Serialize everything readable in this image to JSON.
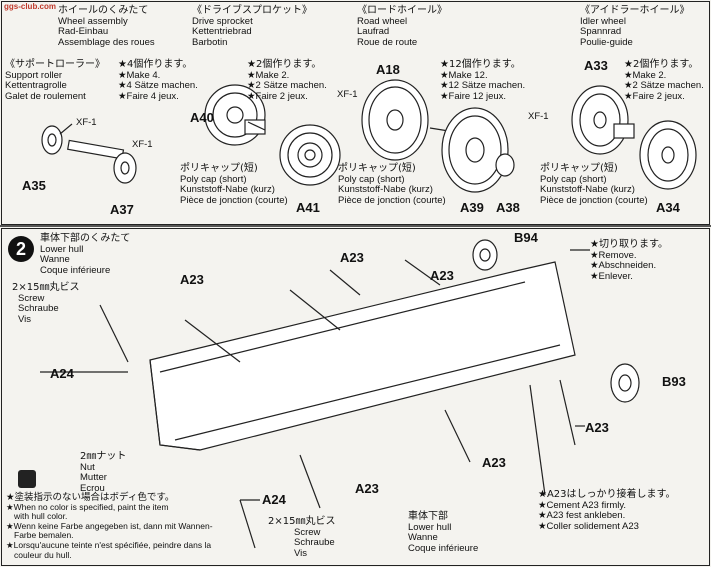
{
  "watermark": "ggs-club.com",
  "top": {
    "wheel_assembly": [
      "ホイールのくみたて",
      "Wheel assembly",
      "Rad-Einbau",
      "Assemblage des roues"
    ],
    "drive_sprocket": [
      "《ドライブスプロケット》",
      "Drive sprocket",
      "Kettentriebrad",
      "Barbotin"
    ],
    "road_wheel": [
      "《ロードホイール》",
      "Road wheel",
      "Laufrad",
      "Roue de route"
    ],
    "idler_wheel": [
      "《アイドラーホイール》",
      "Idler wheel",
      "Spannrad",
      "Poulie-guide"
    ],
    "support_roller": [
      "《サポートローラー》",
      "Support roller",
      "Kettentragrolle",
      "Galet de roulement"
    ],
    "make4": [
      "★4個作ります。",
      "★Make 4.",
      "★4 Sätze machen.",
      "★Faire 4 jeux."
    ],
    "make2_sprocket": [
      "★2個作ります。",
      "★Make 2.",
      "★2 Sätze machen.",
      "★Faire 2 jeux."
    ],
    "make12": [
      "★12個作ります。",
      "★Make 12.",
      "★12 Sätze machen.",
      "★Faire 12 jeux."
    ],
    "make2_idler": [
      "★2個作ります。",
      "★Make 2.",
      "★2 Sätze machen.",
      "★Faire 2 jeux."
    ],
    "polycap_1": [
      "ポリキャップ(短)",
      "Poly cap (short)",
      "Kunststoff-Nabe (kurz)",
      "Pièce de jonction (courte)"
    ],
    "polycap_2": [
      "ポリキャップ(短)",
      "Poly cap (short)",
      "Kunststoff-Nabe (kurz)",
      "Pièce de jonction (courte)"
    ],
    "polycap_3": [
      "ポリキャップ(短)",
      "Poly cap (short)",
      "Kunststoff-Nabe (kurz)",
      "Pièce de jonction (courte)"
    ],
    "parts": {
      "a35": "A35",
      "a37": "A37",
      "xf1": "XF-1",
      "a40": "A40",
      "a41": "A41",
      "a18": "A18",
      "a39": "A39",
      "a38": "A38",
      "a33": "A33",
      "a34": "A34"
    }
  },
  "bottom": {
    "step_number": "2",
    "lower_hull": [
      "車体下部のくみたて",
      "Lower hull",
      "Wanne",
      "Coque inférieure"
    ],
    "screw": [
      "2×15㎜丸ビス",
      "Screw",
      "Schraube",
      "Vis"
    ],
    "nut": [
      "2㎜ナット",
      "Nut",
      "Mutter",
      "Ecrou"
    ],
    "remove": [
      "★切り取ります。",
      "★Remove.",
      "★Abschneiden.",
      "★Enlever."
    ],
    "cement": [
      "★A23はしっかり接着します。",
      "★Cement A23 firmly.",
      "★A23 fest ankleben.",
      "★Coller solidement A23"
    ],
    "hull_label": [
      "車体下部",
      "Lower hull",
      "Wanne",
      "Coque inférieure"
    ],
    "color_note": [
      "★塗装指示のない場合はボディ色です。",
      "★When no color is specified, paint the item",
      "with hull color.",
      "★Wenn keine Farbe angegeben ist, dann mit Wannen-",
      "Farbe bemalen.",
      "★Lorsqu'aucune teinte n'est spécifiée, peindre dans la",
      "couleur du hull."
    ],
    "screw2": [
      "2×15㎜丸ビス",
      "Screw",
      "Schraube",
      "Vis"
    ],
    "parts": {
      "a23": "A23",
      "a24": "A24",
      "b94": "B94",
      "b93": "B93"
    }
  }
}
